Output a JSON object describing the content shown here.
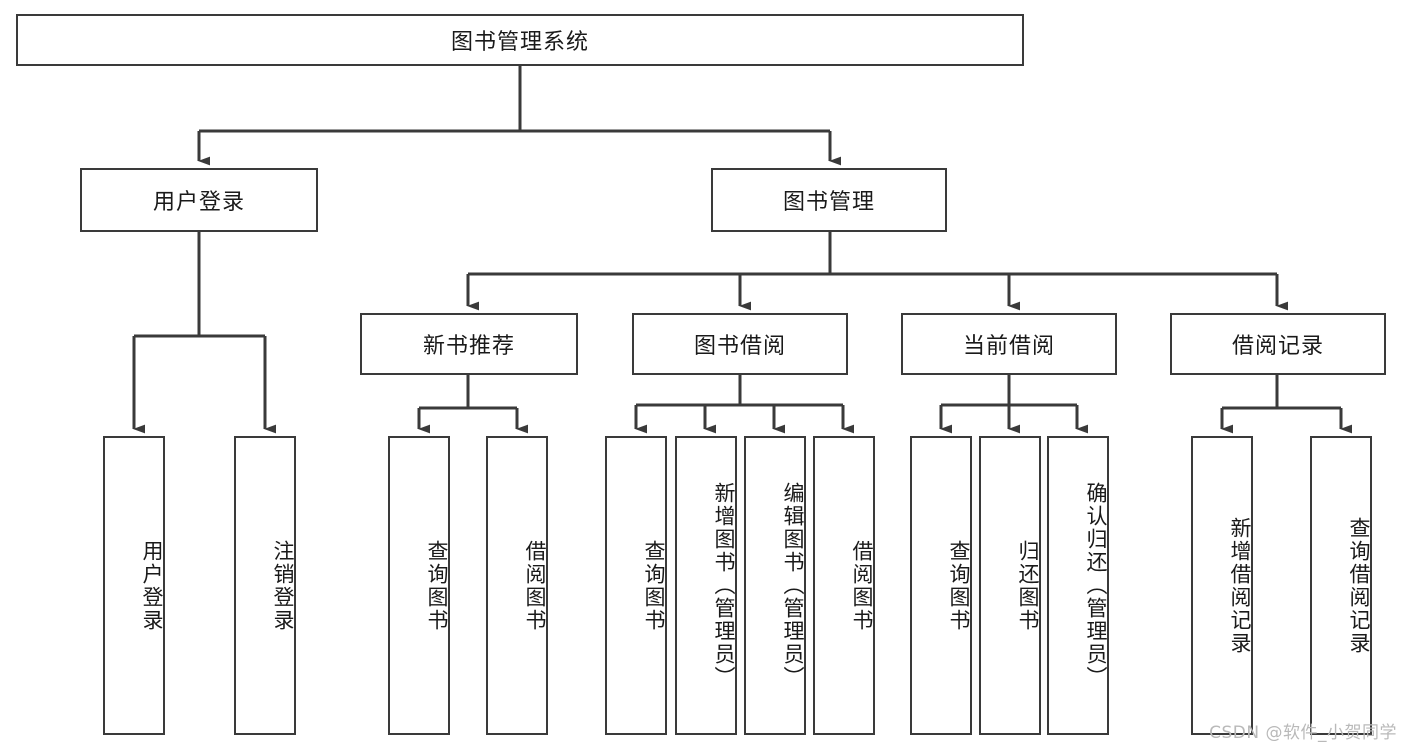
{
  "diagram": {
    "title": "图书管理系统",
    "type": "tree-hierarchy",
    "orientation": "top-down",
    "colors": {
      "box_border": "#3a3a3a",
      "box_fill": "#ffffff",
      "connector": "#3a3a3a",
      "text": "#1a1a1a",
      "watermark": "#b9b9b9",
      "background": "#ffffff"
    }
  },
  "root": {
    "label": "图书管理系统"
  },
  "level1": [
    {
      "label": "用户登录"
    },
    {
      "label": "图书管理"
    }
  ],
  "level2": [
    {
      "label": "新书推荐"
    },
    {
      "label": "图书借阅"
    },
    {
      "label": "当前借阅"
    },
    {
      "label": "借阅记录"
    }
  ],
  "leaves": {
    "user_login": [
      {
        "label": "用户登录"
      },
      {
        "label": "注销登录"
      }
    ],
    "new_book_recommend": [
      {
        "label": "查询图书"
      },
      {
        "label": "借阅图书"
      }
    ],
    "book_borrow": [
      {
        "label": "查询图书"
      },
      {
        "label": "新增图书（管理员）"
      },
      {
        "label": "编辑图书（管理员）"
      },
      {
        "label": "借阅图书"
      }
    ],
    "current_borrow": [
      {
        "label": "查询图书"
      },
      {
        "label": "归还图书"
      },
      {
        "label": "确认归还（管理员）"
      }
    ],
    "borrow_record": [
      {
        "label": "新增借阅记录"
      },
      {
        "label": "查询借阅记录"
      }
    ]
  },
  "watermark": {
    "text": "CSDN @软件_小贺同学"
  }
}
